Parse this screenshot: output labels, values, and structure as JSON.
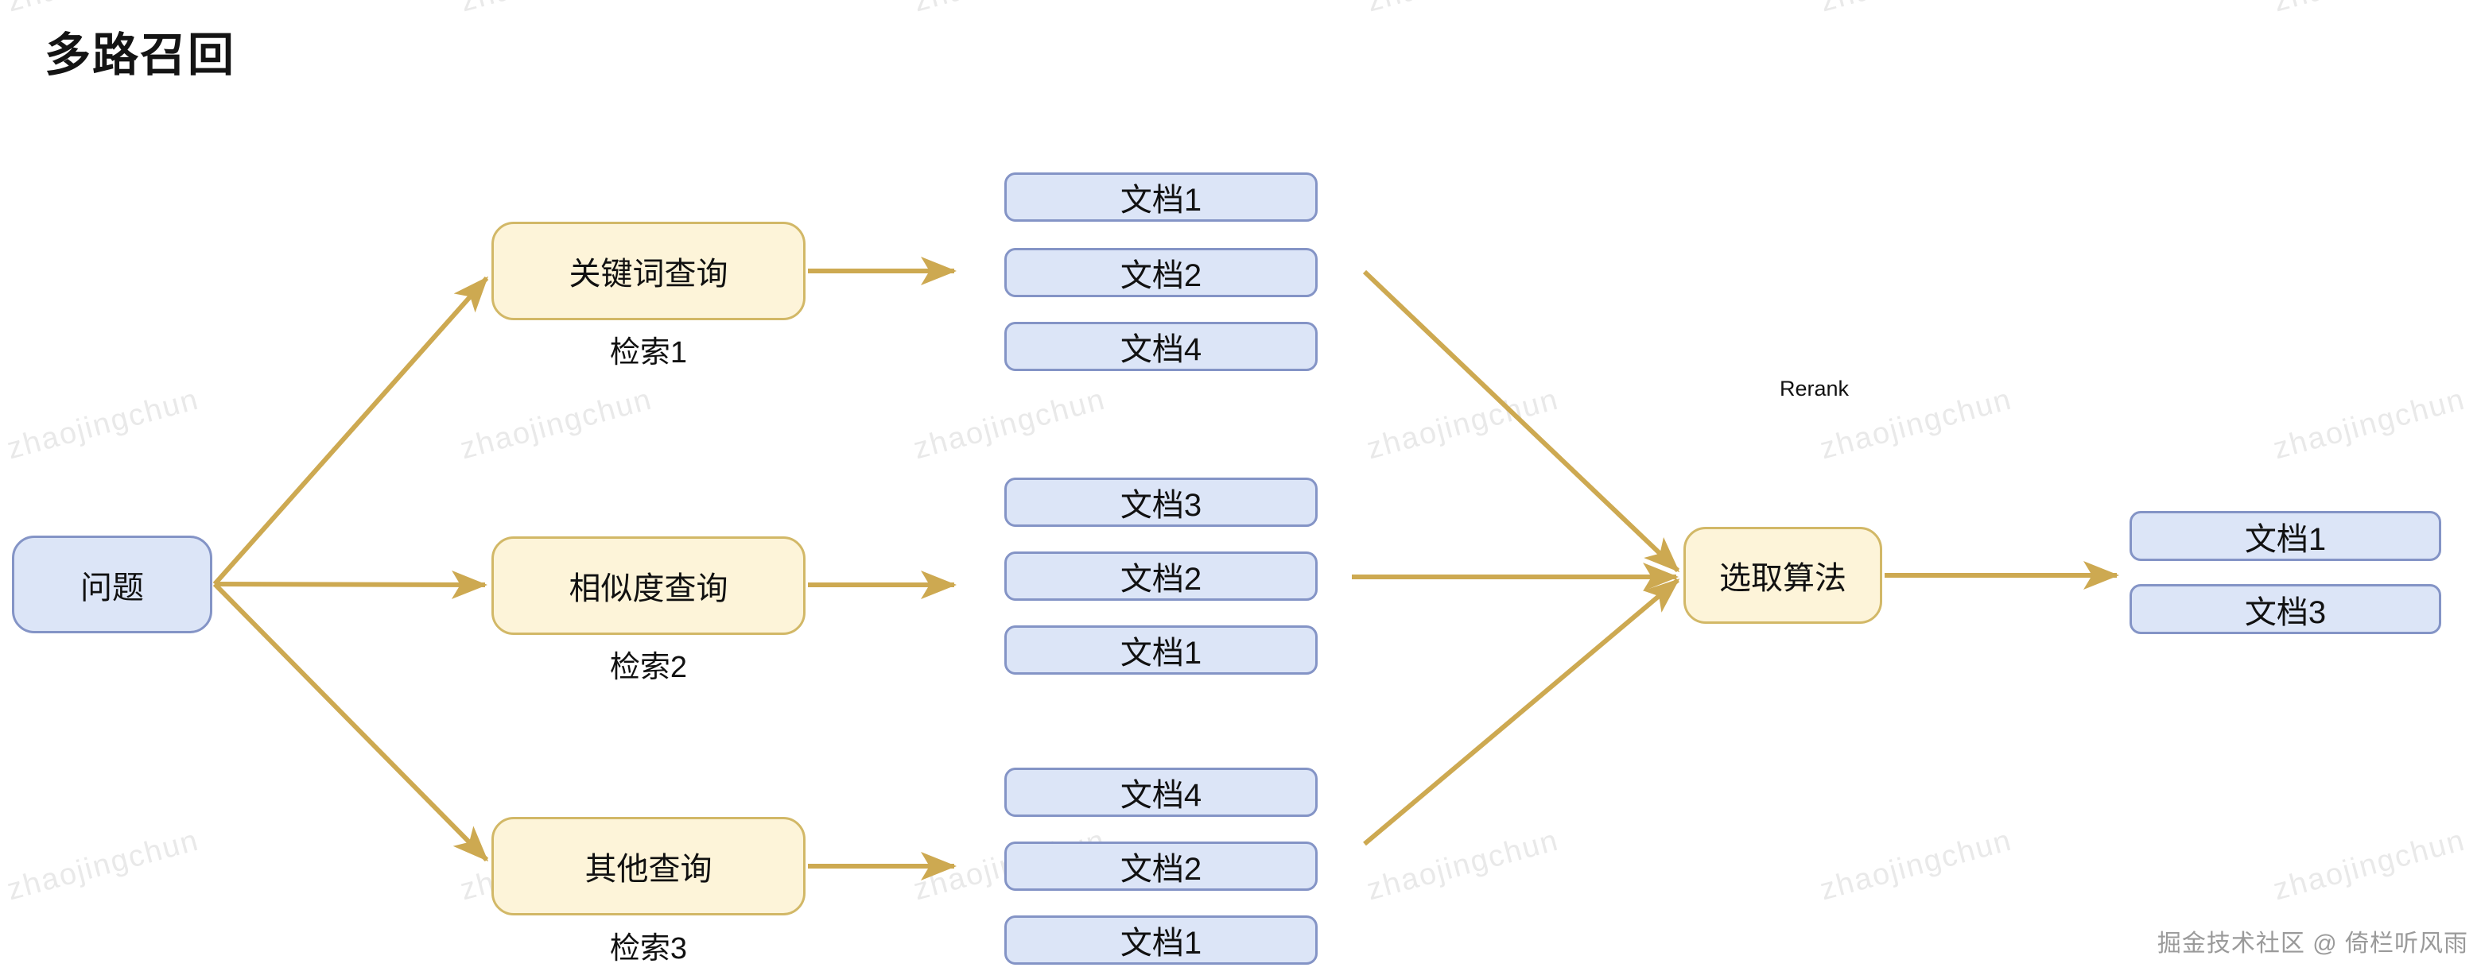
{
  "title": "多路召回",
  "question": {
    "label": "问题"
  },
  "retrievers": [
    {
      "label": "关键词查询",
      "caption": "检索1",
      "docs": [
        "文档1",
        "文档2",
        "文档4"
      ]
    },
    {
      "label": "相似度查询",
      "caption": "检索2",
      "docs": [
        "文档3",
        "文档2",
        "文档1"
      ]
    },
    {
      "label": "其他查询",
      "caption": "检索3",
      "docs": [
        "文档4",
        "文档2",
        "文档1"
      ]
    }
  ],
  "rerank": {
    "label": "Rerank"
  },
  "selector": {
    "label": "选取算法"
  },
  "output": {
    "docs": [
      "文档1",
      "文档3"
    ]
  },
  "watermark": {
    "text": "zhaojingchun"
  },
  "credit": {
    "text": "掘金技术社区 @ 倚栏听风雨"
  },
  "colors": {
    "arrow": "#cda951",
    "yellow_fill": "#fdf4d9",
    "yellow_border": "#d2b867",
    "blue_fill": "#dce5f7",
    "blue_border": "#8494c6"
  }
}
